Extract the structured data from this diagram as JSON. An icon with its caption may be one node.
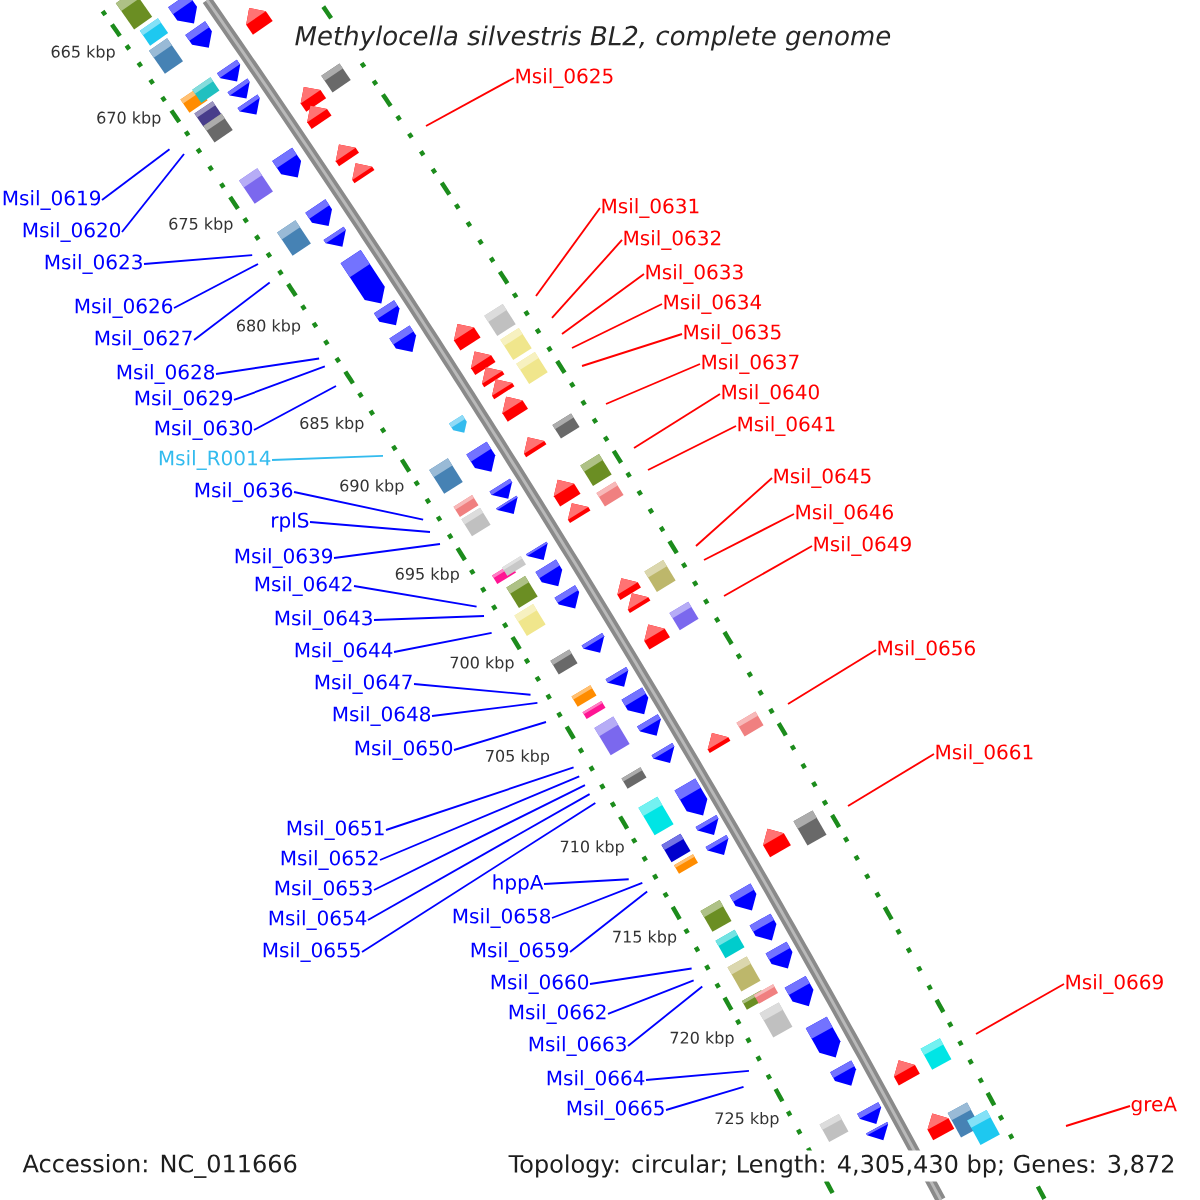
{
  "diagram": {
    "title": "Methylocella silvestris BL2, complete genome",
    "nodes": [
      {
        "text": [
          "Msil_0619"
        ]
      },
      {
        "text": [
          "Msil_0620"
        ]
      },
      {
        "text": [
          "Msil_0623"
        ]
      },
      {
        "text": [
          "Msil_0625"
        ]
      },
      {
        "text": [
          "Msil_0626"
        ]
      },
      {
        "text": [
          "Msil_0627"
        ]
      },
      {
        "text": [
          "Msil_0628"
        ]
      },
      {
        "text": [
          "Msil_0629"
        ]
      },
      {
        "text": [
          "Msil_0630"
        ]
      },
      {
        "text": [
          "Msil_0631"
        ]
      },
      {
        "text": [
          "Msil_0632"
        ]
      },
      {
        "text": [
          "Msil_0633"
        ]
      },
      {
        "text": [
          "Msil_0634"
        ]
      },
      {
        "text": [
          "Msil_0635"
        ]
      },
      {
        "text": [
          "Msil_R0014"
        ]
      },
      {
        "text": [
          "Msil_0636"
        ]
      },
      {
        "text": [
          "Msil_0637"
        ]
      },
      {
        "text": [
          "rplS"
        ]
      },
      {
        "text": [
          "Msil_0639"
        ]
      },
      {
        "text": [
          "Msil_0640"
        ]
      },
      {
        "text": [
          "Msil_0641"
        ]
      },
      {
        "text": [
          "Msil_0642"
        ]
      },
      {
        "text": [
          "Msil_0643"
        ]
      },
      {
        "text": [
          "Msil_0644"
        ]
      },
      {
        "text": [
          "Msil_0645"
        ]
      },
      {
        "text": [
          "Msil_0646"
        ]
      },
      {
        "text": [
          "Msil_0647"
        ]
      },
      {
        "text": [
          "Msil_0648"
        ]
      },
      {
        "text": [
          "Msil_0649"
        ]
      },
      {
        "text": [
          "Msil_0650"
        ]
      },
      {
        "text": [
          "Msil_0651"
        ]
      },
      {
        "text": [
          "Msil_0652"
        ]
      },
      {
        "text": [
          "Msil_0653"
        ]
      },
      {
        "text": [
          "Msil_0654"
        ]
      },
      {
        "text": [
          "Msil_0655"
        ]
      },
      {
        "text": [
          "Msil_0656"
        ]
      },
      {
        "text": [
          "hppA"
        ]
      },
      {
        "text": [
          "Msil_0658"
        ]
      },
      {
        "text": [
          "Msil_0659"
        ]
      },
      {
        "text": [
          "Msil_0660"
        ]
      },
      {
        "text": [
          "Msil_0661"
        ]
      },
      {
        "text": [
          "Msil_0662"
        ]
      },
      {
        "text": [
          "Msil_0663"
        ]
      },
      {
        "text": [
          "Msil_0664"
        ]
      },
      {
        "text": [
          "Msil_0665"
        ]
      },
      {
        "text": [
          "Msil_0669"
        ]
      },
      {
        "text": [
          "greA"
        ]
      }
    ],
    "edges": [
      {
        "from": 0,
        "to": null,
        "arrow": "none"
      },
      {
        "from": 1,
        "to": null,
        "arrow": "none"
      },
      {
        "from": 2,
        "to": null,
        "arrow": "none"
      },
      {
        "from": 3,
        "to": null,
        "arrow": "none",
        "color": "#ff0000"
      },
      {
        "from": 4,
        "to": null,
        "arrow": "none"
      },
      {
        "from": 5,
        "to": null,
        "arrow": "none"
      },
      {
        "from": 6,
        "to": null,
        "arrow": "none"
      },
      {
        "from": 7,
        "to": null,
        "arrow": "none"
      },
      {
        "from": 8,
        "to": null,
        "arrow": "none"
      },
      {
        "from": 9,
        "to": null,
        "arrow": "none",
        "color": "#ff0000"
      },
      {
        "from": 10,
        "to": null,
        "arrow": "none",
        "color": "#ff0000"
      },
      {
        "from": 11,
        "to": null,
        "arrow": "none",
        "color": "#ff0000"
      },
      {
        "from": 12,
        "to": null,
        "arrow": "none",
        "color": "#ff0000"
      },
      {
        "from": 13,
        "to": null,
        "arrow": "none",
        "color": "#ff0000"
      },
      {
        "from": 14,
        "to": null,
        "arrow": "none",
        "color": "#33bbee"
      },
      {
        "from": 15,
        "to": null,
        "arrow": "none"
      },
      {
        "from": 16,
        "to": null,
        "arrow": "none",
        "color": "#ff0000"
      },
      {
        "from": 17,
        "to": null,
        "arrow": "none"
      },
      {
        "from": 18,
        "to": null,
        "arrow": "none"
      },
      {
        "from": 19,
        "to": null,
        "arrow": "none",
        "color": "#ff0000"
      },
      {
        "from": 20,
        "to": null,
        "arrow": "none",
        "color": "#ff0000"
      },
      {
        "from": 21,
        "to": null,
        "arrow": "none"
      },
      {
        "from": 22,
        "to": null,
        "arrow": "none"
      },
      {
        "from": 23,
        "to": null,
        "arrow": "none"
      },
      {
        "from": 24,
        "to": null,
        "arrow": "none",
        "color": "#ff0000"
      },
      {
        "from": 25,
        "to": null,
        "arrow": "none",
        "color": "#ff0000"
      },
      {
        "from": 26,
        "to": null,
        "arrow": "none"
      },
      {
        "from": 27,
        "to": null,
        "arrow": "none"
      },
      {
        "from": 28,
        "to": null,
        "arrow": "none",
        "color": "#ff0000"
      },
      {
        "from": 29,
        "to": null,
        "arrow": "none"
      },
      {
        "from": 30,
        "to": null,
        "arrow": "none"
      },
      {
        "from": 31,
        "to": null,
        "arrow": "none"
      },
      {
        "from": 32,
        "to": null,
        "arrow": "none"
      },
      {
        "from": 33,
        "to": null,
        "arrow": "none"
      },
      {
        "from": 34,
        "to": null,
        "arrow": "none"
      },
      {
        "from": 35,
        "to": null,
        "arrow": "none",
        "color": "#ff0000"
      },
      {
        "from": 36,
        "to": null,
        "arrow": "none"
      },
      {
        "from": 37,
        "to": null,
        "arrow": "none"
      },
      {
        "from": 38,
        "to": null,
        "arrow": "none"
      },
      {
        "from": 39,
        "to": null,
        "arrow": "none"
      },
      {
        "from": 40,
        "to": null,
        "arrow": "none",
        "color": "#ff0000"
      },
      {
        "from": 41,
        "to": null,
        "arrow": "none"
      },
      {
        "from": 42,
        "to": null,
        "arrow": "none"
      },
      {
        "from": 43,
        "to": null,
        "arrow": "none"
      },
      {
        "from": 44,
        "to": null,
        "arrow": "none"
      },
      {
        "from": 45,
        "to": null,
        "arrow": "none",
        "color": "#ff0000"
      },
      {
        "from": 46,
        "to": null,
        "arrow": "none",
        "color": "#ff0000"
      }
    ],
    "labels": [
      "665 kbp",
      "670 kbp",
      "675 kbp",
      "680 kbp",
      "685 kbp",
      "690 kbp",
      "695 kbp",
      "700 kbp",
      "705 kbp",
      "710 kbp",
      "715 kbp",
      "720 kbp",
      "725 kbp",
      "Accession: NC_011666",
      "Topology: circular; Length: 4,305,430 bp; Genes: 3,872"
    ]
  }
}
